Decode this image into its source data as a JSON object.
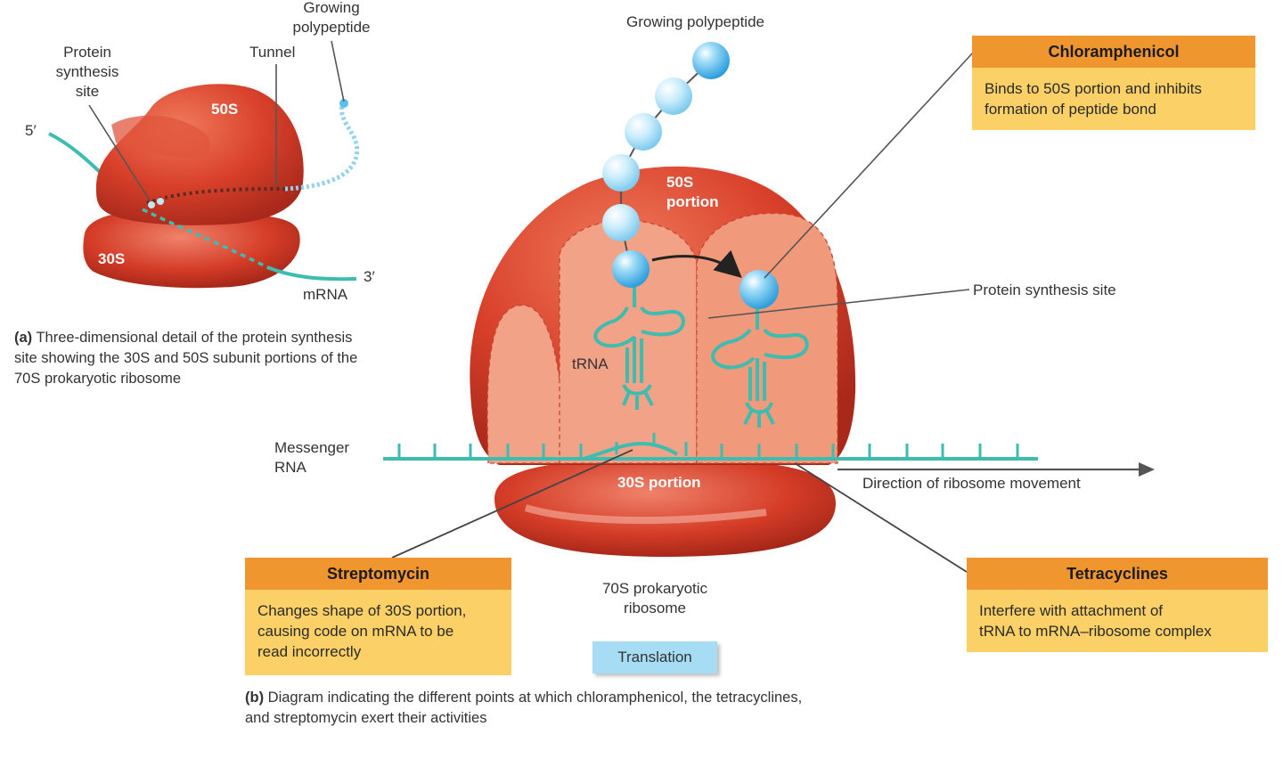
{
  "panel_a": {
    "growing_polypeptide": "Growing\npolypeptide",
    "protein_synthesis_site": "Protein\nsynthesis\nsite",
    "tunnel": "Tunnel",
    "subunit_50s": "50S",
    "subunit_30s": "30S",
    "five_prime": "5′",
    "three_prime": "3′",
    "mrna": "mRNA",
    "caption_letter": "(a)",
    "caption_text": "Three-dimensional detail of the protein synthesis site showing the 30S and 50S subunit portions of the 70S prokaryotic ribosome"
  },
  "panel_b": {
    "growing_polypeptide": "Growing polypeptide",
    "portion_50s": "50S\nportion",
    "portion_30s": "30S portion",
    "trna": "tRNA",
    "messenger_rna": "Messenger\nRNA",
    "protein_synthesis_site": "Protein synthesis site",
    "direction": "Direction of ribosome movement",
    "ribosome_70s": "70S prokaryotic\nribosome",
    "translation": "Translation",
    "caption_letter": "(b)",
    "caption_text": "Diagram indicating the different points at which chloramphenicol, the tetracyclines, and streptomycin exert their activities"
  },
  "drugs": {
    "chloramphenicol": {
      "title": "Chloramphenicol",
      "desc": "Binds to 50S portion and inhibits\nformation of peptide bond"
    },
    "streptomycin": {
      "title": "Streptomycin",
      "desc": "Changes shape of 30S portion,\ncausing code on mRNA to be\nread incorrectly"
    },
    "tetracyclines": {
      "title": "Tetracyclines",
      "desc": "Interfere with attachment of\ntRNA to mRNA–ribosome complex"
    }
  },
  "colors": {
    "ribosome": "#d9412b",
    "ribosome_light": "#f2a286",
    "rna": "#3dbcb0",
    "bead": "#58bfee",
    "box_header": "#f0962e",
    "box_body": "#fbd067",
    "translation_tag": "#a6dcf4"
  }
}
